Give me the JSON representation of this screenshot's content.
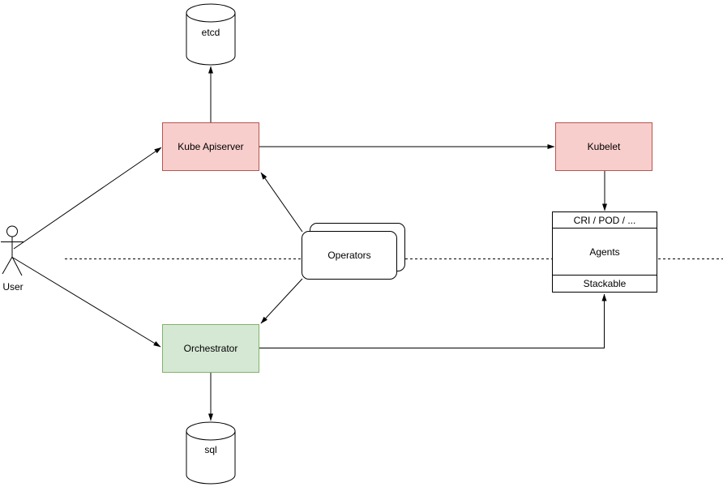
{
  "diagram": {
    "nodes": {
      "user": {
        "label": "User",
        "shape": "actor"
      },
      "etcd": {
        "label": "etcd",
        "shape": "cylinder"
      },
      "kube_apiserver": {
        "label": "Kube Apiserver",
        "shape": "box",
        "fill": "#f8cecc",
        "stroke": "#b85450"
      },
      "kubelet": {
        "label": "Kubelet",
        "shape": "box",
        "fill": "#f8cecc",
        "stroke": "#b85450"
      },
      "operators": {
        "label": "Operators",
        "shape": "stacked-rounded-box"
      },
      "orchestrator": {
        "label": "Orchestrator",
        "shape": "box",
        "fill": "#d5e8d4",
        "stroke": "#82b366"
      },
      "sql": {
        "label": "sql",
        "shape": "cylinder"
      },
      "agents": {
        "header": "CRI / POD / ...",
        "body": "Agents",
        "footer": "Stackable",
        "shape": "three-compartment-box"
      }
    },
    "edges": [
      {
        "from": "user",
        "to": "kube_apiserver",
        "arrow": "end"
      },
      {
        "from": "user",
        "to": "orchestrator",
        "arrow": "end"
      },
      {
        "from": "kube_apiserver",
        "to": "etcd",
        "arrow": "end"
      },
      {
        "from": "kube_apiserver",
        "to": "kubelet",
        "arrow": "end"
      },
      {
        "from": "kubelet",
        "to": "agents",
        "arrow": "end"
      },
      {
        "from": "operators",
        "to": "kube_apiserver",
        "arrow": "end"
      },
      {
        "from": "operators",
        "to": "orchestrator",
        "arrow": "end"
      },
      {
        "from": "orchestrator",
        "to": "sql",
        "arrow": "end"
      },
      {
        "from": "orchestrator",
        "to": "agents",
        "arrow": "end"
      }
    ],
    "separator": {
      "style": "dashed",
      "orientation": "horizontal"
    },
    "colors": {
      "background": "#ffffff",
      "line": "#000000",
      "red_fill": "#f8cecc",
      "red_stroke": "#b85450",
      "green_fill": "#d5e8d4",
      "green_stroke": "#82b366",
      "white_fill": "#ffffff"
    }
  }
}
